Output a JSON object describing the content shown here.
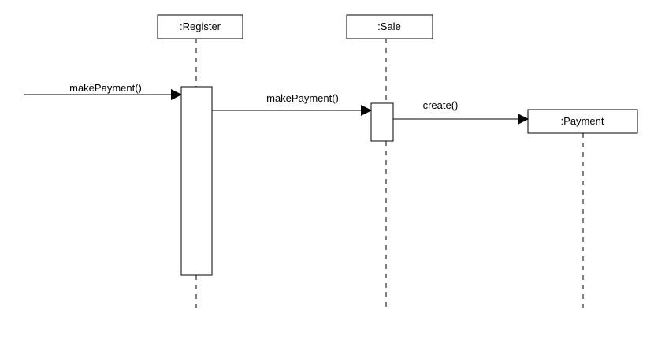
{
  "participants": {
    "register": {
      "label": ":Register"
    },
    "sale": {
      "label": ":Sale"
    },
    "payment": {
      "label": ":Payment"
    }
  },
  "messages": [
    {
      "label": "makePayment()",
      "from": "external",
      "to": "register"
    },
    {
      "label": "makePayment()",
      "from": "register",
      "to": "sale"
    },
    {
      "label": "create()",
      "from": "sale",
      "to": "payment"
    }
  ]
}
